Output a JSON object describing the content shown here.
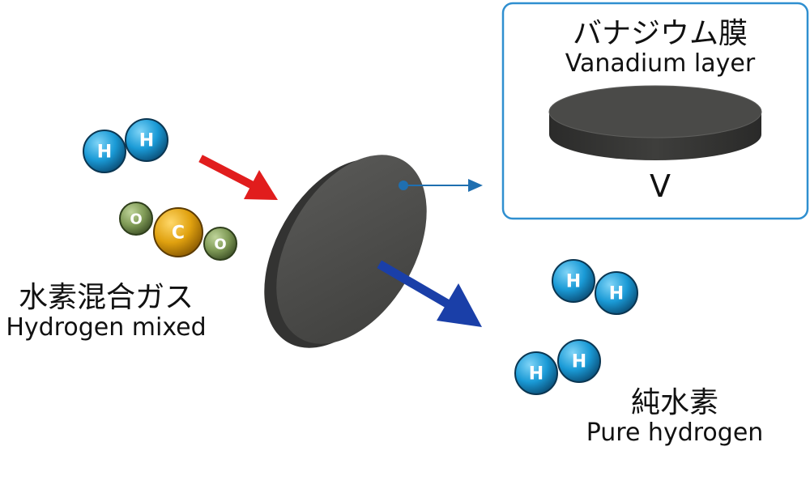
{
  "labels": {
    "mixed_gas_jp": "水素混合ガス",
    "mixed_gas_en": "Hydrogen mixed",
    "vanadium_jp": "バナジウム膜",
    "vanadium_en": "Vanadium layer",
    "vanadium_symbol": "V",
    "pure_jp": "純水素",
    "pure_en": "Pure hydrogen"
  },
  "atoms": {
    "hydrogen": "H",
    "carbon": "C",
    "oxygen": "O"
  },
  "colors": {
    "hydrogen": "#1a9ad6",
    "carbon": "#e0a10f",
    "oxygen": "#7f9a56",
    "input_arrow": "#e11d1d",
    "output_arrow": "#1a3fa8",
    "callout": "#2f8fd0",
    "membrane": "#4a4a48"
  }
}
